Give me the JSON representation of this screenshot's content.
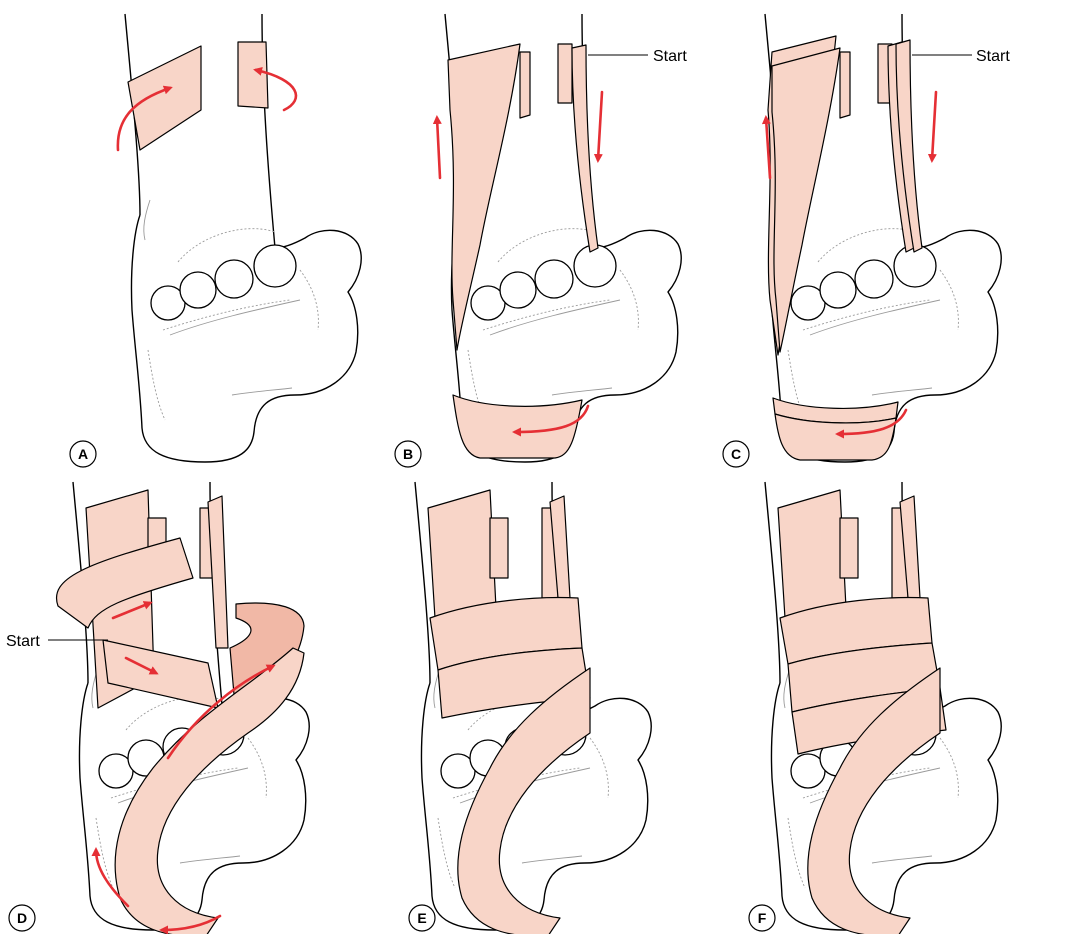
{
  "panels": [
    {
      "id": "A",
      "label": "A"
    },
    {
      "id": "B",
      "label": "B",
      "callout": "Start"
    },
    {
      "id": "C",
      "label": "C",
      "callout": "Start"
    },
    {
      "id": "D",
      "label": "D",
      "callout": "Start"
    },
    {
      "id": "E",
      "label": "E"
    },
    {
      "id": "F",
      "label": "F"
    }
  ],
  "colors": {
    "tape": "#f8d5c8",
    "tape_shadow": "#f1b8a6",
    "arrow": "#e52f35",
    "outline": "#000000"
  }
}
